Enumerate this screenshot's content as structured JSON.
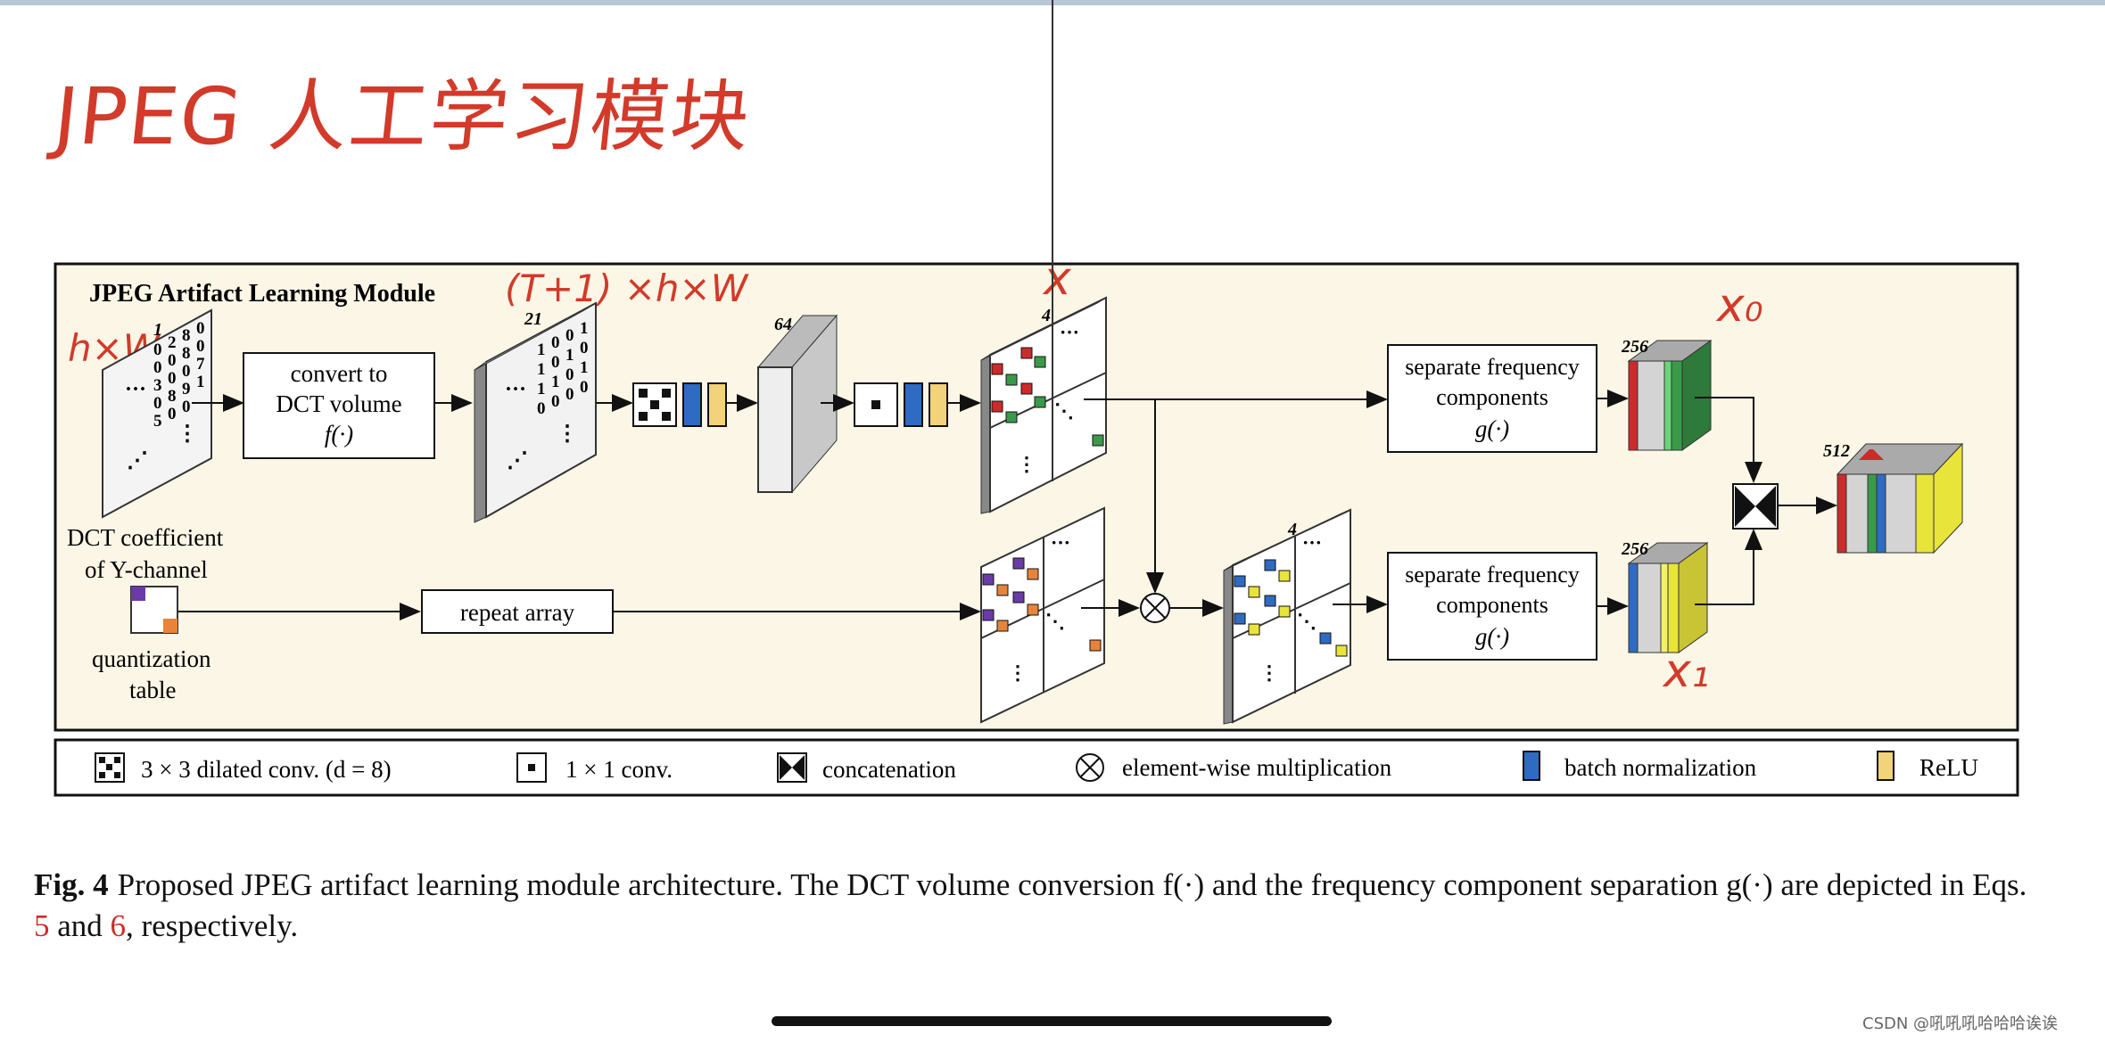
{
  "annotation": {
    "title": "JPEG 人工学习模块",
    "notes": [
      "h×W",
      "(T+1) ×h×W",
      "x",
      "x₀",
      "x₁"
    ]
  },
  "figure": {
    "module_title": "JPEG Artifact Learning Module",
    "numbers": {
      "input": "1",
      "dct": "21",
      "conv": "64",
      "mid": "4",
      "mid_bottom": "4",
      "feat_top": "256",
      "feat_bottom": "256",
      "out": "512"
    },
    "input_digits": [
      [
        "0",
        "2",
        "8",
        "0"
      ],
      [
        "0",
        "0",
        "8",
        "0"
      ],
      [
        "3",
        "0",
        "0",
        "7"
      ],
      [
        "0",
        "8",
        "9",
        "1"
      ],
      [
        "5",
        "0",
        "0",
        ""
      ]
    ],
    "dct_digits": [
      [
        "1",
        "0",
        "0",
        "1"
      ],
      [
        "1",
        "0",
        "1",
        "0"
      ],
      [
        "1",
        "1",
        "0",
        "1"
      ],
      [
        "0",
        "0",
        "0",
        "0"
      ]
    ],
    "blocks": {
      "convert_line1": "convert to",
      "convert_line2": "DCT volume",
      "convert_fn": "f(·)",
      "sep_line1": "separate frequency",
      "sep_line2": "components",
      "sep_fn": "g(·)",
      "repeat": "repeat array"
    },
    "labels": {
      "dct_coef_1": "DCT coefficient",
      "dct_coef_2": "of Y-channel",
      "qt_1": "quantization",
      "qt_2": "table"
    },
    "legend": {
      "dilated": "3 × 3 dilated conv. (d = 8)",
      "one_by_one": "1 × 1 conv.",
      "concat": "concatenation",
      "mult": "element-wise multiplication",
      "bn": "batch normalization",
      "relu": "ReLU"
    }
  },
  "caption": {
    "label": "Fig. 4",
    "text_1": "Proposed JPEG artifact learning module architecture. The DCT volume conversion f(·) and the frequency component separation g(·) are depicted in Eqs. ",
    "eq1": "5",
    "and": " and ",
    "eq2": "6",
    "text_2": ", respectively."
  },
  "watermark": "CSDN @吼吼吼哈哈哈诶诶",
  "colors": {
    "annotation_red": "#d23a2a",
    "panel_bg": "#fbf6e6",
    "bn_blue": "#2f6bc2",
    "relu_yellow": "#f2d27a",
    "green": "#3a9a4a",
    "red": "#cc2b2b",
    "purple": "#6a3aa8",
    "orange": "#e8843a",
    "yellow": "#e8e43a"
  }
}
